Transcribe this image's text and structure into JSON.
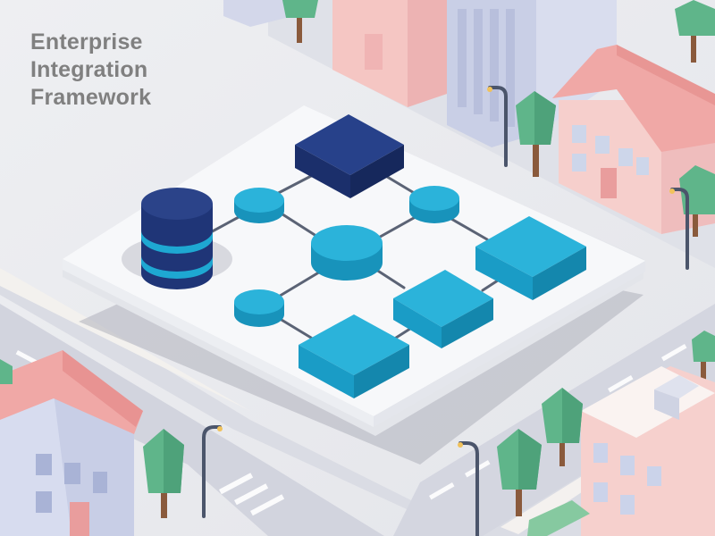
{
  "title": {
    "lines": [
      "Enterprise",
      "Integration",
      "Framework"
    ]
  },
  "diagram": {
    "nodes": [
      {
        "id": "database",
        "shape": "cylinder"
      },
      {
        "id": "top-block",
        "shape": "box"
      },
      {
        "id": "hub",
        "shape": "disc"
      },
      {
        "id": "left-disc-upper",
        "shape": "disc"
      },
      {
        "id": "left-disc-lower",
        "shape": "disc"
      },
      {
        "id": "right-disc",
        "shape": "disc"
      },
      {
        "id": "right-block",
        "shape": "box"
      },
      {
        "id": "middle-block",
        "shape": "box"
      },
      {
        "id": "bottom-block",
        "shape": "box"
      }
    ],
    "edges": [
      [
        "database",
        "left-disc-upper"
      ],
      [
        "left-disc-upper",
        "top-block"
      ],
      [
        "top-block",
        "right-disc"
      ],
      [
        "left-disc-upper",
        "hub"
      ],
      [
        "hub",
        "right-disc"
      ],
      [
        "right-disc",
        "right-block"
      ],
      [
        "hub",
        "middle-block"
      ],
      [
        "middle-block",
        "right-block"
      ],
      [
        "left-disc-lower",
        "hub"
      ],
      [
        "left-disc-lower",
        "bottom-block"
      ],
      [
        "bottom-block",
        "middle-block"
      ]
    ]
  },
  "colors": {
    "navy": "#1f3577",
    "cyan": "#1ea8d2",
    "platform": "#f7f8fa",
    "road": "#d8dae2",
    "pink_building": "#f6c4c4",
    "blue_building": "#c7cde7",
    "tree": "#5fb58a"
  }
}
